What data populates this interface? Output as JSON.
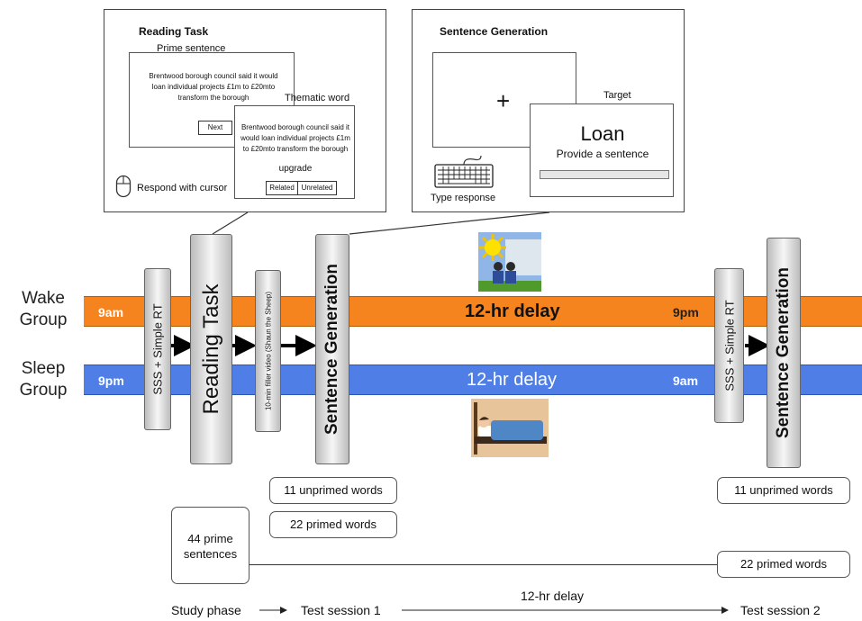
{
  "reading_panel": {
    "title": "Reading Task",
    "prime_label": "Prime sentence",
    "prime_text": "Brentwood borough council said it would loan individual projects £1m to £20mto transform the borough",
    "next_button": "Next",
    "thematic_label": "Thematic word",
    "thematic_text": "Brentwood borough council said it would loan individual projects £1m to £20mto transform the borough",
    "thematic_word": "upgrade",
    "related_button": "Related",
    "unrelated_button": "Unrelated",
    "respond_label": "Respond with cursor"
  },
  "generation_panel": {
    "title": "Sentence Generation",
    "fixation": "+",
    "target_label": "Target",
    "target_word": "Loan",
    "prompt": "Provide a sentence",
    "type_label": "Type response"
  },
  "groups": {
    "wake": "Wake\nGroup",
    "sleep": "Sleep\nGroup"
  },
  "wake_band": {
    "start": "9am",
    "delay": "12-hr delay",
    "end": "9pm",
    "color": "#f5841f"
  },
  "sleep_band": {
    "start": "9pm",
    "delay": "12-hr delay",
    "end": "9am",
    "color": "#4f7fe6"
  },
  "stages": {
    "sss1": "SSS + Simple RT",
    "reading": "Reading Task",
    "filler": "10-min filler video (Shaun the Sheep)",
    "gen1": "Sentence Generation",
    "sss2": "SSS + Simple RT",
    "gen2": "Sentence Generation"
  },
  "word_boxes": {
    "unprimed1": "11 unprimed words",
    "primed1": "22 primed words",
    "prime_sentences": "44 prime sentences",
    "unprimed2": "11 unprimed words",
    "primed2": "22 primed words"
  },
  "timeline": {
    "study": "Study phase",
    "test1": "Test session 1",
    "delay": "12-hr delay",
    "test2": "Test session 2"
  },
  "icons": [
    "mouse-icon",
    "keyboard-icon",
    "sun-icon",
    "bed-icon"
  ]
}
